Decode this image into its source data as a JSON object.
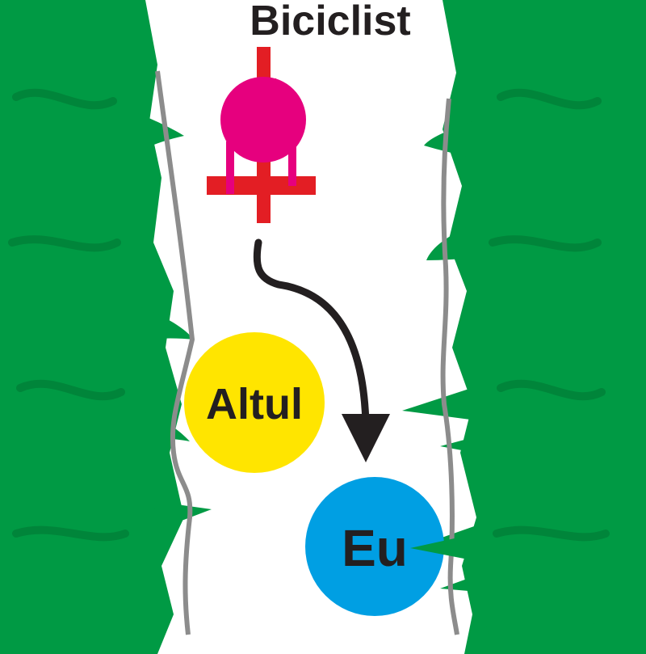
{
  "title": "Biciclist",
  "nodes": {
    "other": {
      "label": "Altul"
    },
    "me": {
      "label": "Eu"
    }
  },
  "colors": {
    "grass": "#009a44",
    "path_edge": "#8c8c8c",
    "cyclist_body": "#e6007e",
    "bicycle": "#e31e24",
    "other_fill": "#ffe500",
    "me_fill": "#009fe3",
    "arrow": "#231f20",
    "text": "#231f20"
  }
}
